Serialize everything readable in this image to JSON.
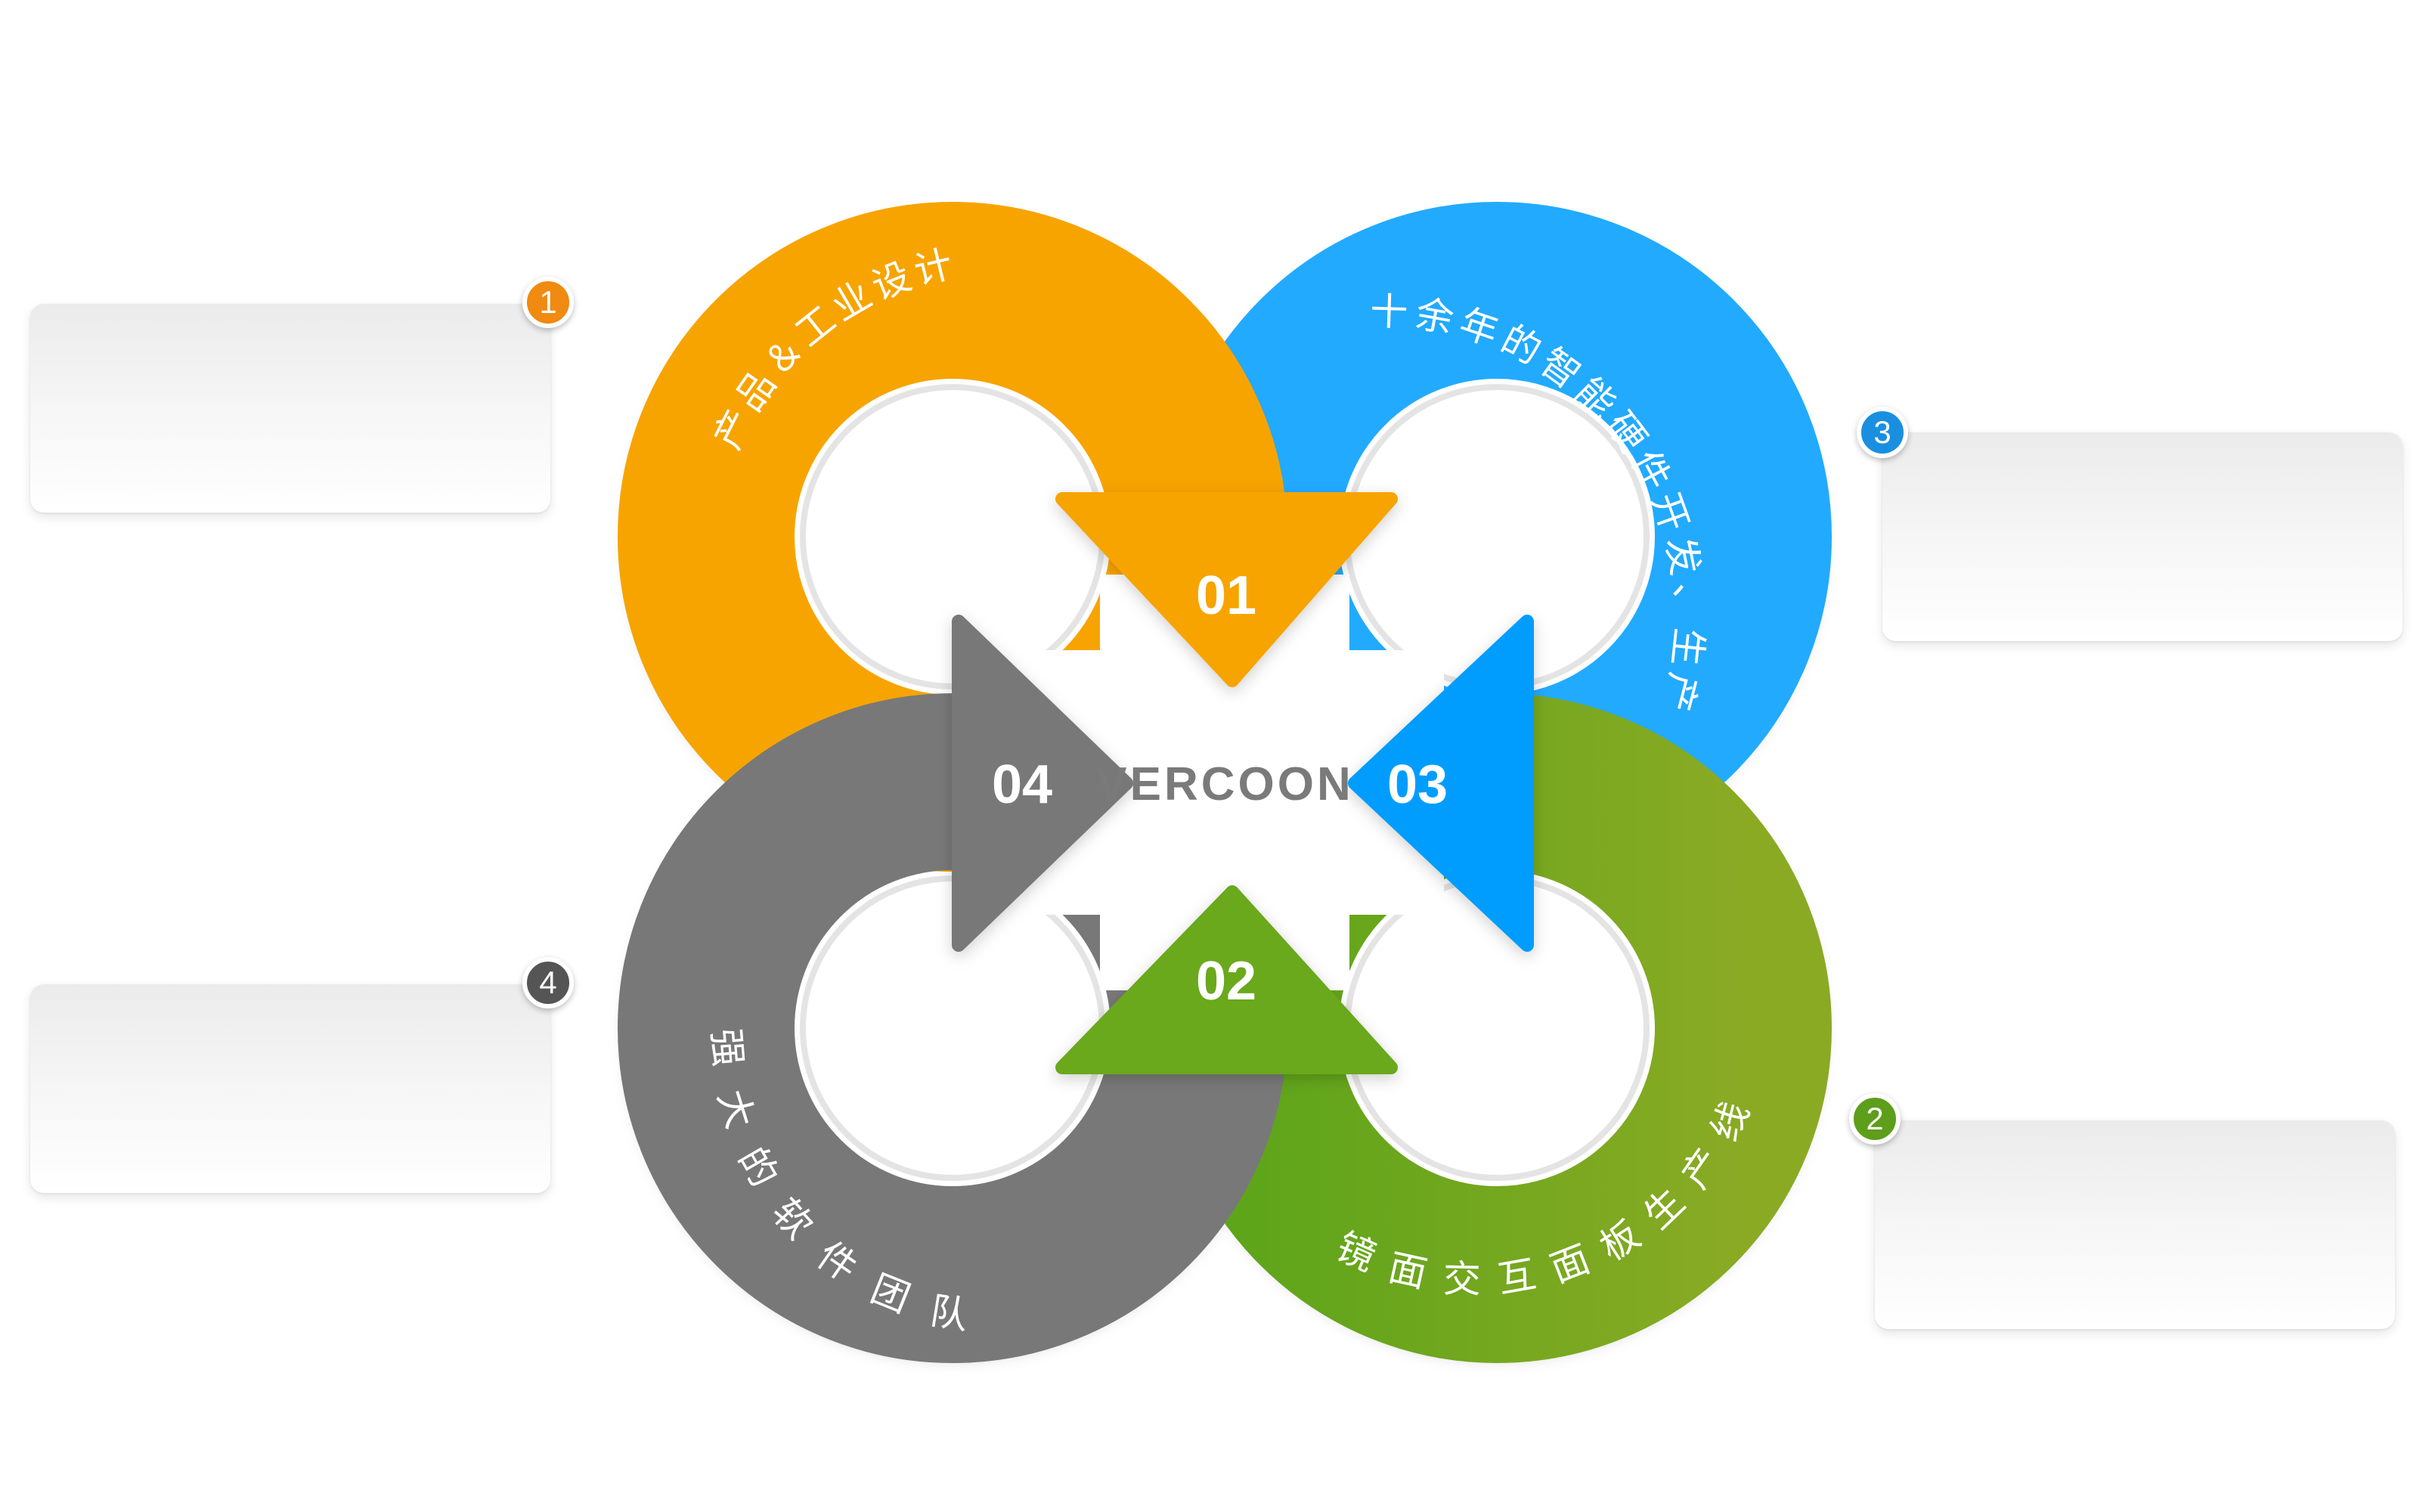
{
  "logo": {
    "text": "VERCOON",
    "color_gray": "#7a7a7a",
    "color_green": "#6aaa1e"
  },
  "colors": {
    "orange": "#f7a400",
    "blue": "#22aaff",
    "green": "#78a82a",
    "gray": "#787878"
  },
  "steps": [
    {
      "number": "01",
      "label": "产品＆工业设计",
      "badge": "1",
      "color": "#f7a400"
    },
    {
      "number": "02",
      "label": "镜面交互面板生产线",
      "badge": "2",
      "color": "#6aaa1e"
    },
    {
      "number": "03",
      "label": "十余年的智能硬件开发、生产经验",
      "badge": "3",
      "color": "#1ea0f5"
    },
    {
      "number": "04",
      "label": "强大的软件团队",
      "badge": "4",
      "color": "#606060"
    }
  ]
}
